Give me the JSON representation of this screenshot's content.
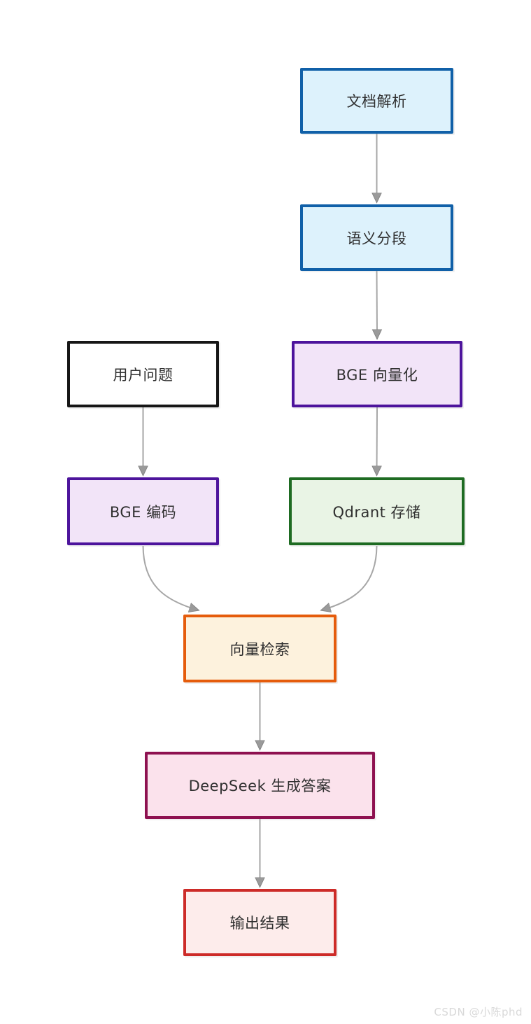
{
  "diagram": {
    "arrow_color": "#a6a6a6",
    "arrowhead_color": "#9a9a9a",
    "nodes": [
      {
        "id": "doc-parse",
        "label": "文档解析",
        "fill": "#ddf2fc",
        "border": "#1060a8"
      },
      {
        "id": "semantic-chunk",
        "label": "语义分段",
        "fill": "#ddf2fc",
        "border": "#1060a8"
      },
      {
        "id": "bge-vectorize",
        "label": "BGE 向量化",
        "fill": "#f2e4f8",
        "border": "#4d149c"
      },
      {
        "id": "user-question",
        "label": "用户问题",
        "fill": "#ffffff",
        "border": "#161616"
      },
      {
        "id": "bge-encode",
        "label": "BGE 编码",
        "fill": "#f2e4f8",
        "border": "#4d149c"
      },
      {
        "id": "qdrant-store",
        "label": "Qdrant 存储",
        "fill": "#e9f4e5",
        "border": "#1e6b22"
      },
      {
        "id": "vector-search",
        "label": "向量检索",
        "fill": "#fdf2dd",
        "border": "#e55c0c"
      },
      {
        "id": "deepseek-answer",
        "label": "DeepSeek 生成答案",
        "fill": "#fbe2ec",
        "border": "#8e1150"
      },
      {
        "id": "output-result",
        "label": "输出结果",
        "fill": "#fdeceb",
        "border": "#cd2b28"
      }
    ],
    "edges": [
      {
        "from": "doc-parse",
        "to": "semantic-chunk"
      },
      {
        "from": "semantic-chunk",
        "to": "bge-vectorize"
      },
      {
        "from": "bge-vectorize",
        "to": "qdrant-store"
      },
      {
        "from": "user-question",
        "to": "bge-encode"
      },
      {
        "from": "bge-encode",
        "to": "vector-search"
      },
      {
        "from": "qdrant-store",
        "to": "vector-search"
      },
      {
        "from": "vector-search",
        "to": "deepseek-answer"
      },
      {
        "from": "deepseek-answer",
        "to": "output-result"
      }
    ]
  },
  "watermark": "CSDN @小陈phd"
}
